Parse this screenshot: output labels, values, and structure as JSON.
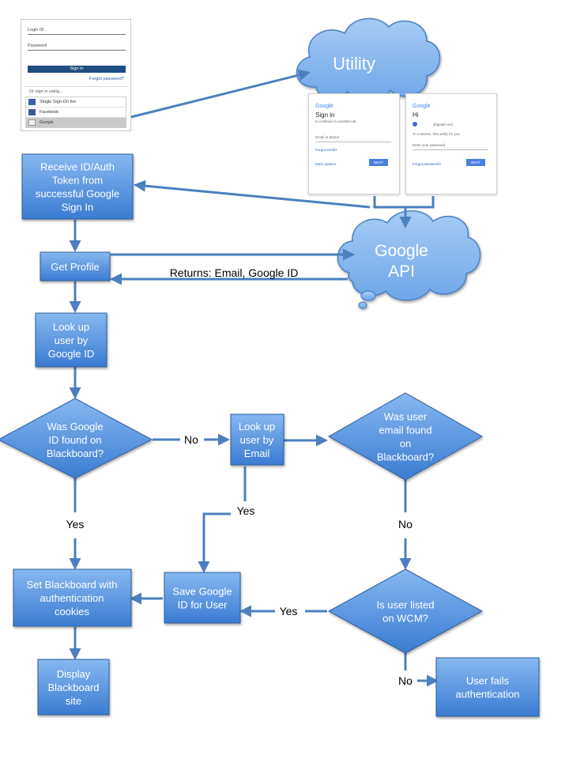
{
  "login_form": {
    "login_id_label": "Login ID",
    "password_label": "Password",
    "sign_in_button": "Sign In",
    "forgot_password": "Forgot password?",
    "or_sign_in": "Or sign in using...",
    "options": [
      "Single Sign-On foo",
      "Facebook",
      "Google"
    ]
  },
  "google_signin": {
    "logo": "Google",
    "heading": "Sign in",
    "subtitle": "to continue to yoursite.net",
    "email_label": "Email or phone",
    "forgot_email": "Forgot email?",
    "more_options": "More options",
    "next_button": "NEXT"
  },
  "google_password": {
    "logo": "Google",
    "heading": "Hi",
    "account": "@gmail.com",
    "subtitle": "To continue, first verify it's you",
    "password_label": "Enter your password",
    "forgot_password": "Forgot password?",
    "next_button": "NEXT"
  },
  "clouds": {
    "utility": "Utility",
    "google_api_line1": "Google",
    "google_api_line2": "API"
  },
  "nodes": {
    "receive_token": [
      "Receive ID/Auth",
      "Token from",
      "successful Google",
      "Sign In"
    ],
    "get_profile": [
      "Get Profile"
    ],
    "lookup_google": [
      "Look up",
      "user by",
      "Google ID"
    ],
    "q_google_found": [
      "Was Google",
      "ID found on",
      "Blackboard?"
    ],
    "lookup_email": [
      "Look up",
      "user by",
      "Email"
    ],
    "q_email_found": [
      "Was user",
      "email found",
      "on",
      "Blackboard?"
    ],
    "set_cookies": [
      "Set Blackboard with",
      "authentication",
      "cookies"
    ],
    "save_google_id": [
      "Save Google",
      "ID for User"
    ],
    "q_wcm": [
      "Is user listed",
      "on WCM?"
    ],
    "display_site": [
      "Display",
      "Blackboard",
      "site"
    ],
    "fails": [
      "User fails",
      "authentication"
    ]
  },
  "edge_labels": {
    "returns": "Returns: Email, Google ID",
    "no_1": "No",
    "yes_1": "Yes",
    "yes_2": "Yes",
    "no_2": "No",
    "yes_3": "Yes",
    "no_3": "No"
  },
  "colors": {
    "box_top": "#7fb2ee",
    "box_bottom": "#3d7fd6",
    "stroke": "#2f5f9c",
    "arrow": "#4c7fbf",
    "cloud_fill": "#8fbdf0"
  }
}
